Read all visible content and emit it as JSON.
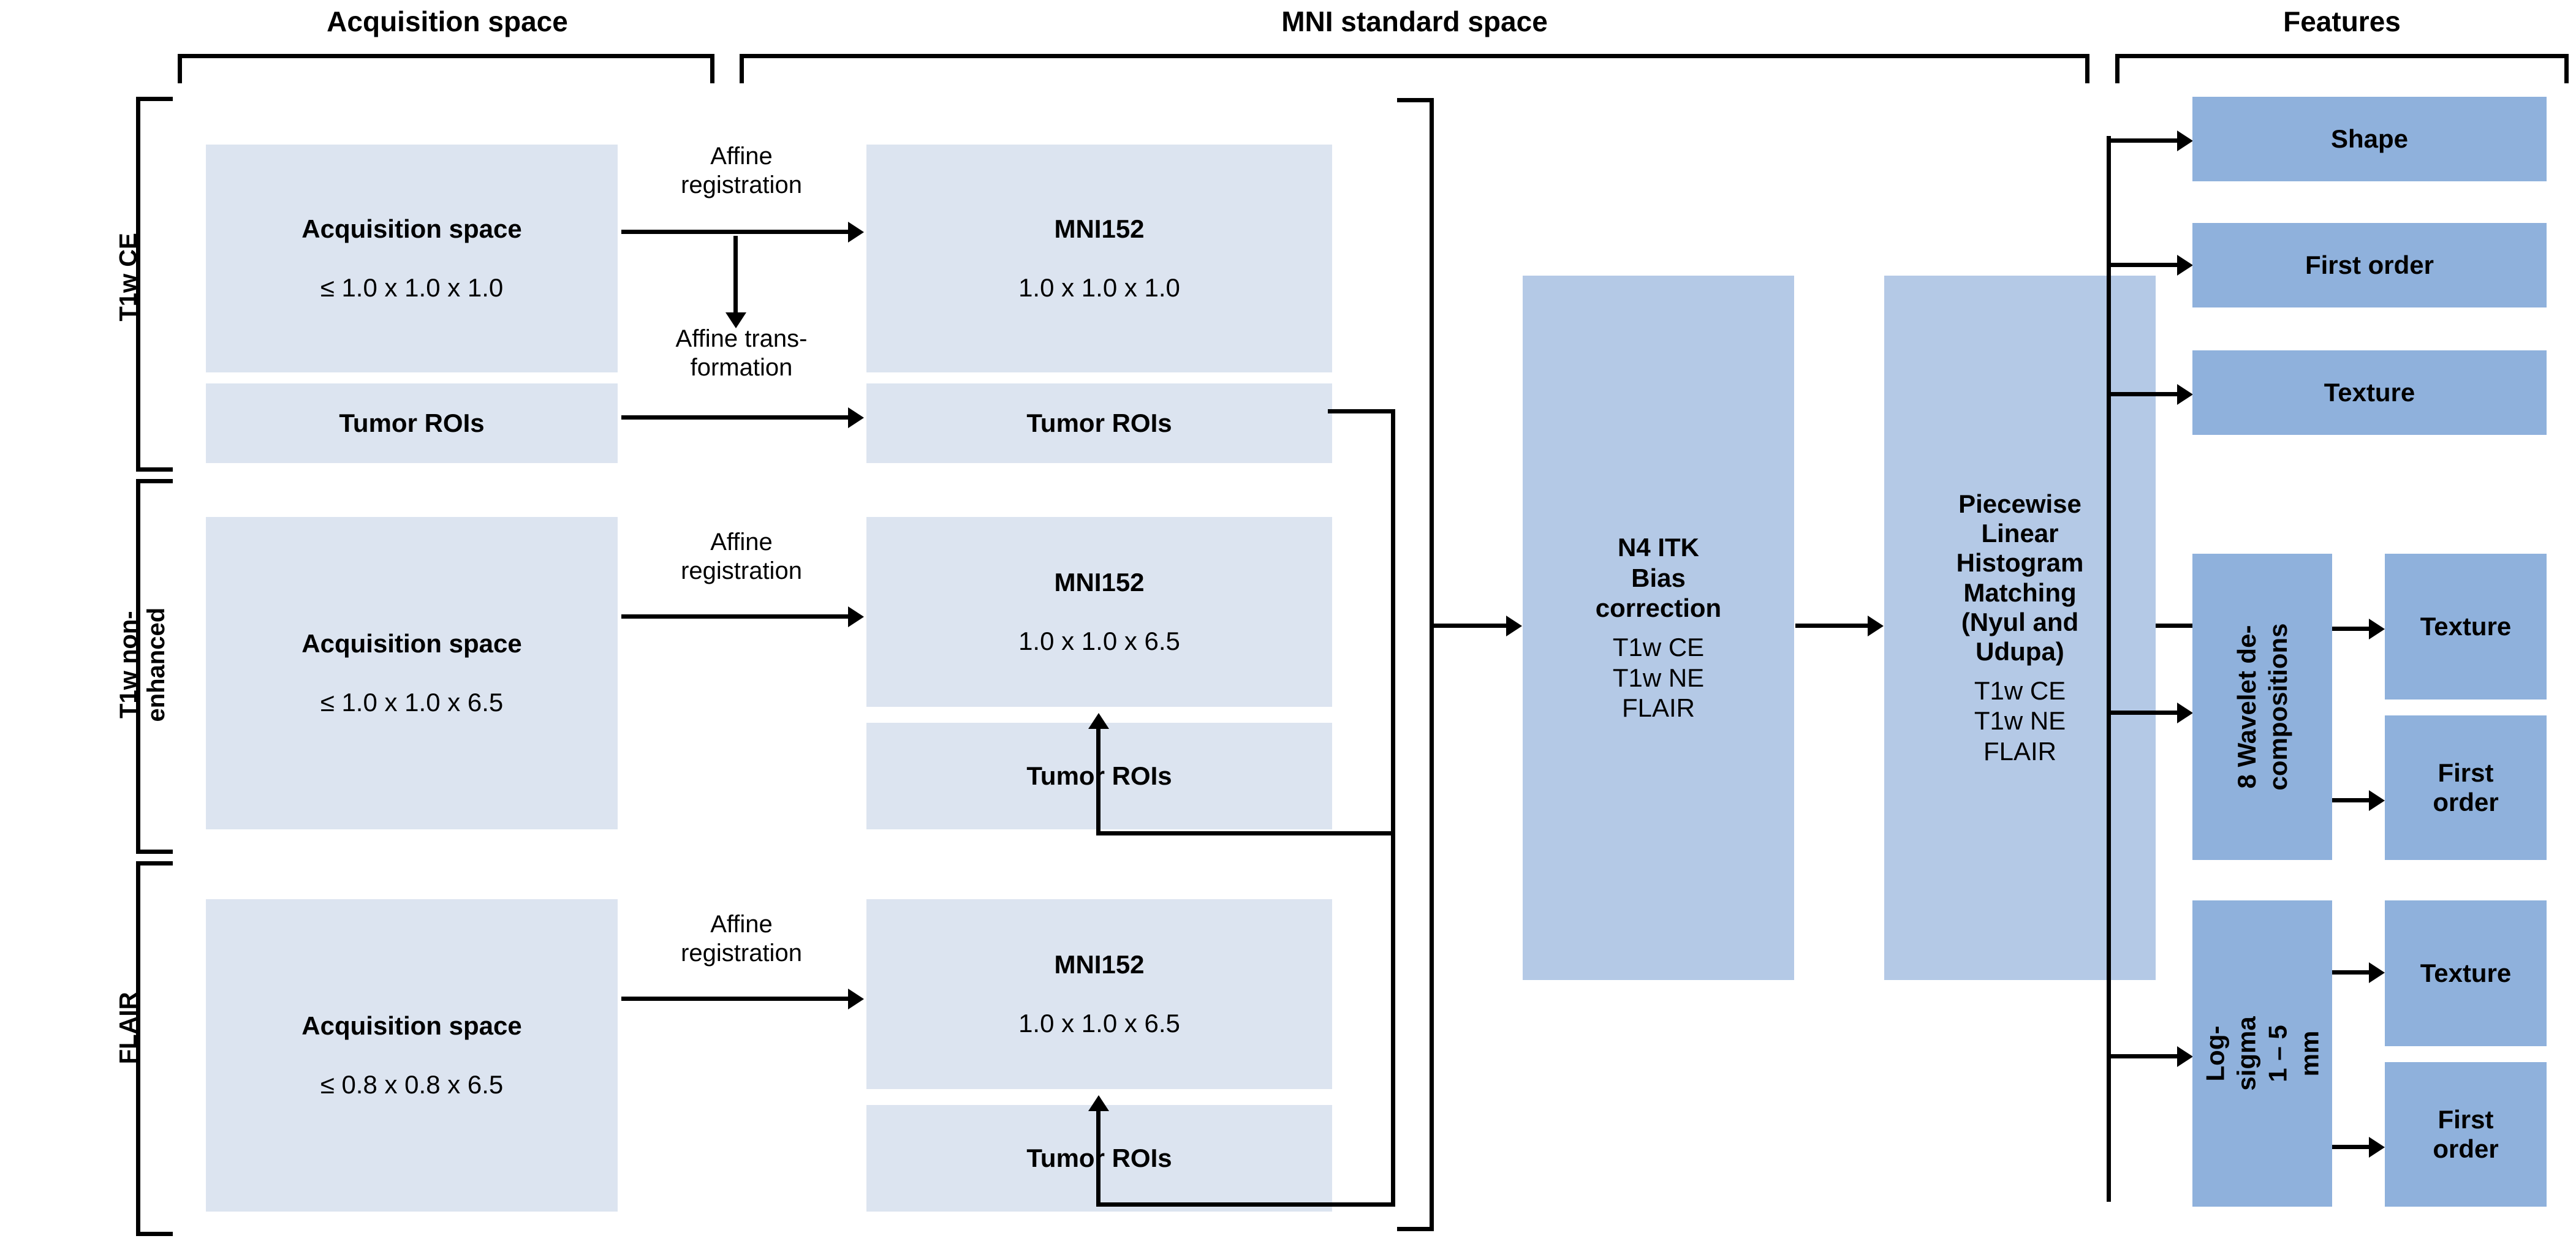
{
  "headers": {
    "acquisition": "Acquisition space",
    "mni": "MNI standard space",
    "features": "Features"
  },
  "row_labels": {
    "t1w_ce": "T1w CE",
    "t1w_non_enhanced": "T1w non-\nenhanced",
    "flair": "FLAIR"
  },
  "rows": [
    {
      "id": "t1w-ce",
      "acquisition": {
        "title": "Acquisition space",
        "resolution": "≤ 1.0 x 1.0 x 1.0"
      },
      "roi_source": {
        "title": "Tumor ROIs"
      },
      "mni": {
        "title": "MNI152",
        "resolution": "1.0 x 1.0 x 1.0"
      },
      "roi_target": {
        "title": "Tumor ROIs"
      },
      "arrow_top_caption": "Affine\nregistration",
      "arrow_bottom_caption": "Affine trans-\nformation"
    },
    {
      "id": "t1w-ne",
      "acquisition": {
        "title": "Acquisition space",
        "resolution": "≤ 1.0 x 1.0 x 6.5"
      },
      "mni": {
        "title": "MNI152",
        "resolution": "1.0 x 1.0 x 6.5"
      },
      "roi_target": {
        "title": "Tumor ROIs"
      },
      "arrow_top_caption": "Affine\nregistration"
    },
    {
      "id": "flair",
      "acquisition": {
        "title": "Acquisition space",
        "resolution": "≤ 0.8 x 0.8 x 6.5"
      },
      "mni": {
        "title": "MNI152",
        "resolution": "1.0 x 1.0 x 6.5"
      },
      "roi_target": {
        "title": "Tumor ROIs"
      },
      "arrow_top_caption": "Affine\nregistration"
    }
  ],
  "processing": {
    "bias_correction": {
      "title": "N4 ITK\nBias\ncorrection",
      "modalities": "T1w CE\nT1w NE\nFLAIR"
    },
    "histogram_matching": {
      "title": "Piecewise\nLinear\nHistogram\nMatching\n(Nyul and\nUdupa)",
      "modalities": "T1w CE\nT1w NE\nFLAIR"
    }
  },
  "features": {
    "direct": [
      {
        "label": "Shape"
      },
      {
        "label": "First order"
      },
      {
        "label": "Texture"
      }
    ],
    "derived": [
      {
        "group": "8 Wavelet de-\ncompositions",
        "outputs": [
          {
            "label": "Texture"
          },
          {
            "label": "First\norder"
          }
        ]
      },
      {
        "group": "Log-sigma\n1 – 5 mm",
        "outputs": [
          {
            "label": "Texture"
          },
          {
            "label": "First\norder"
          }
        ]
      }
    ]
  },
  "colors": {
    "box_light": "#dce4f0",
    "box_mid": "#b4c9e6",
    "box_feature": "#8fb1dc",
    "line": "#000000",
    "background": "#ffffff"
  }
}
